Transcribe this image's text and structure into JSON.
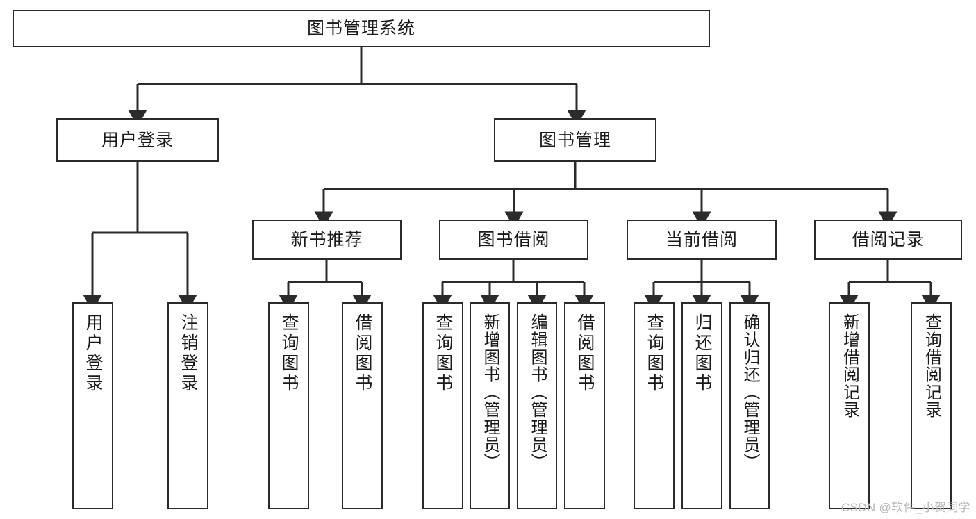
{
  "diagram": {
    "title": "图书管理系统",
    "type": "tree-hierarchy-diagram",
    "root": {
      "label": "图书管理系统"
    },
    "level2": [
      {
        "label": "用户登录"
      },
      {
        "label": "图书管理"
      }
    ],
    "level3": [
      {
        "label": "新书推荐"
      },
      {
        "label": "图书借阅"
      },
      {
        "label": "当前借阅"
      },
      {
        "label": "借阅记录"
      }
    ],
    "leaves": {
      "user_login": [
        {
          "label": "用户登录"
        },
        {
          "label": "注销登录"
        }
      ],
      "new_book_recommend": [
        {
          "label": "查询图书"
        },
        {
          "label": "借阅图书"
        }
      ],
      "book_borrow": [
        {
          "label": "查询图书"
        },
        {
          "label": "新增图书（管理员）"
        },
        {
          "label": "编辑图书（管理员）"
        },
        {
          "label": "借阅图书"
        }
      ],
      "current_borrow": [
        {
          "label": "查询图书"
        },
        {
          "label": "归还图书"
        },
        {
          "label": "确认归还（管理员）"
        }
      ],
      "borrow_record": [
        {
          "label": "新增借阅记录"
        },
        {
          "label": "查询借阅记录"
        }
      ]
    }
  },
  "watermark": {
    "text": "CSDN @软件_小贺同学"
  },
  "colors": {
    "border": "#2b2b2b",
    "background": "#ffffff",
    "text": "#1a1a1a",
    "watermark": "#b9b9b9"
  }
}
